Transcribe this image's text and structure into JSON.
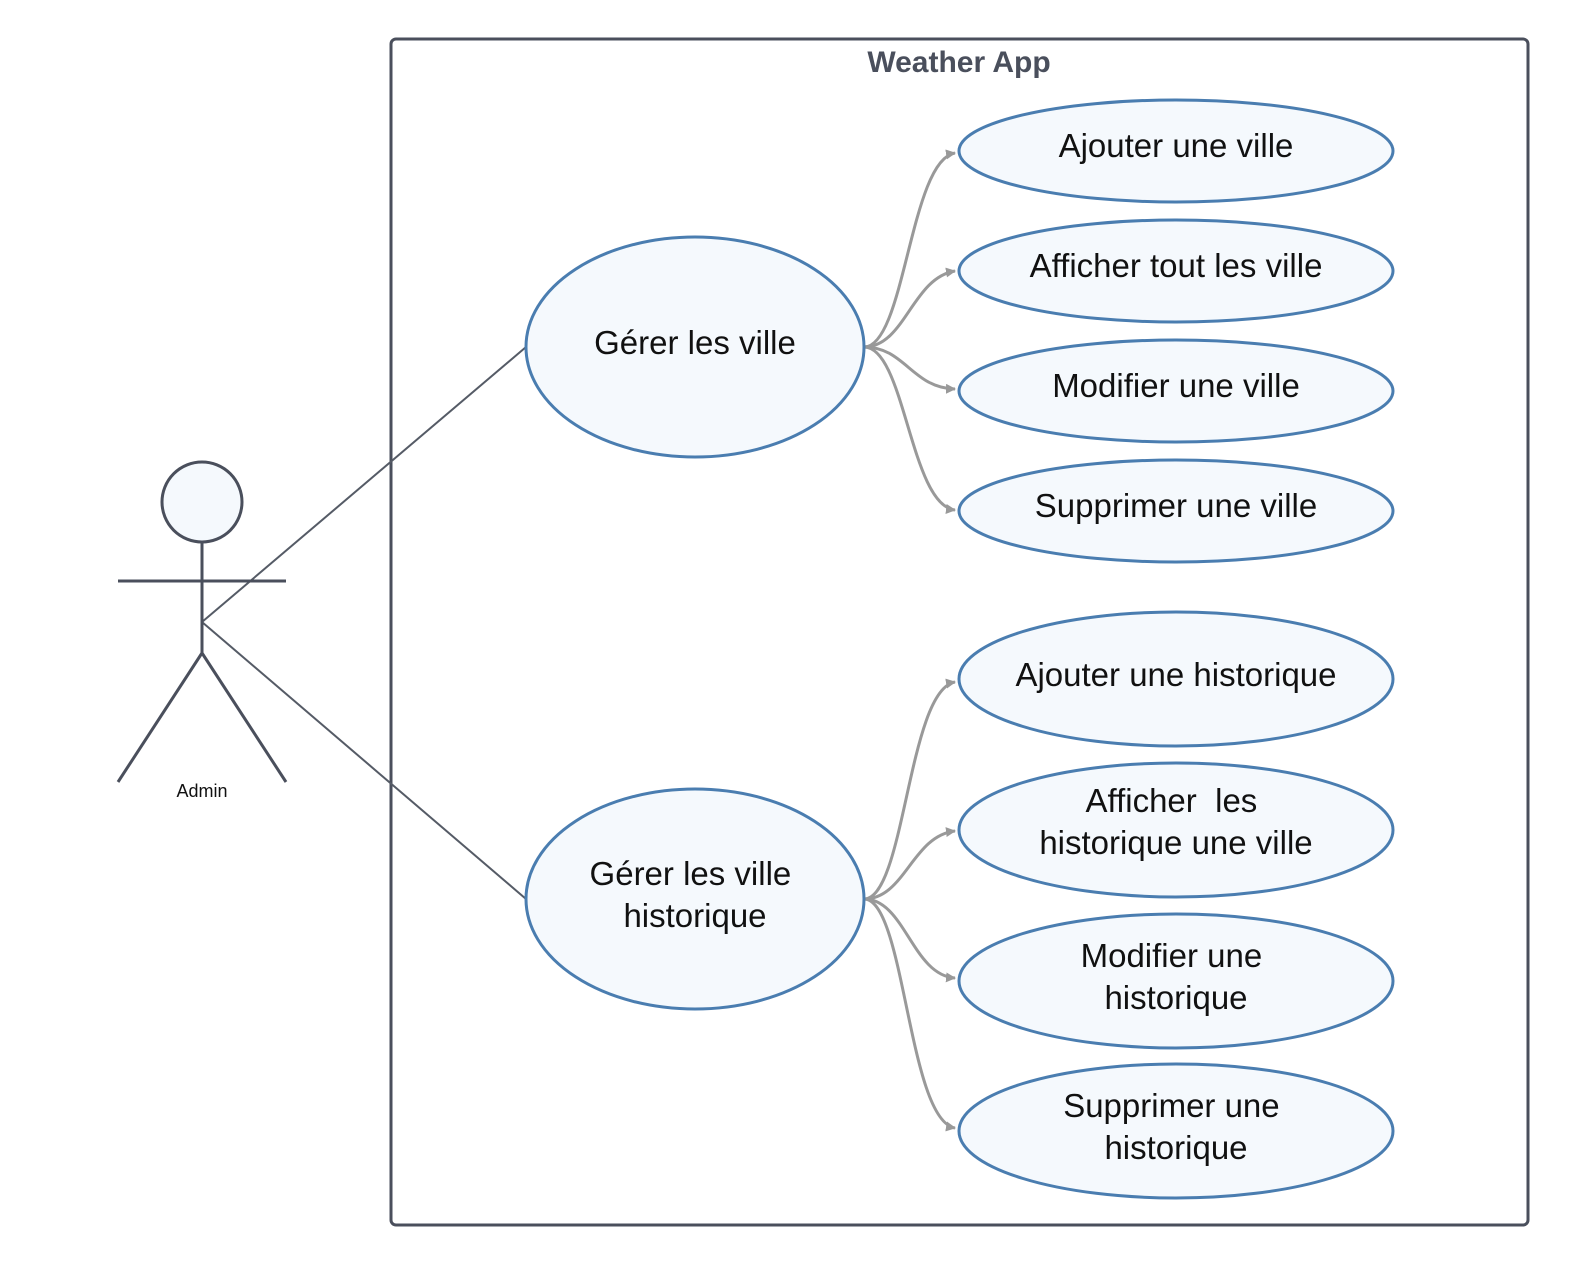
{
  "system": {
    "title": "Weather App"
  },
  "actor": {
    "label": "Admin"
  },
  "colors": {
    "ellipse_fill": "#f5f9fd",
    "ellipse_stroke": "#4a7db0",
    "boundary_stroke": "#4a4f5c",
    "association_stroke": "#555b66",
    "arrow_stroke": "#999999",
    "actor_stroke": "#4a4f5c"
  },
  "use_cases": {
    "gerer_ville": {
      "lines": [
        "Gérer les ville"
      ]
    },
    "gerer_historique": {
      "lines": [
        "Gérer les ville",
        "historique"
      ]
    },
    "ajouter_ville": {
      "lines": [
        "Ajouter une ville"
      ]
    },
    "afficher_villes": {
      "lines": [
        "Afficher tout les ville"
      ]
    },
    "modifier_ville": {
      "lines": [
        "Modifier une ville"
      ]
    },
    "supprimer_ville": {
      "lines": [
        "Supprimer une ville"
      ]
    },
    "ajouter_historique": {
      "lines": [
        "Ajouter une historique"
      ]
    },
    "afficher_historique": {
      "lines": [
        "Afficher  les",
        "historique une ville"
      ]
    },
    "modifier_historique": {
      "lines": [
        "Modifier une",
        "historique"
      ]
    },
    "supprimer_historique": {
      "lines": [
        "Supprimer une",
        "historique"
      ]
    }
  }
}
